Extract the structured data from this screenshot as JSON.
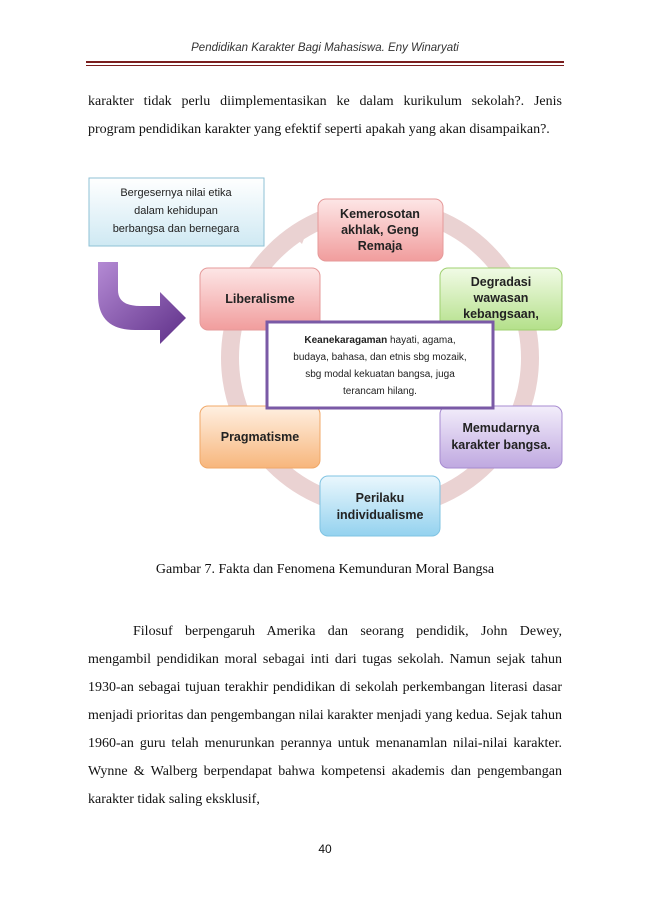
{
  "header": {
    "running_title": "Pendidikan Karakter Bagi Mahasiswa. Eny Winaryati"
  },
  "paragraph_top": "karakter tidak perlu diimplementasikan ke dalam kurikulum sekolah?. Jenis program pendidikan karakter yang efektif seperti apakah yang akan disampaikan?.",
  "diagram": {
    "callout": {
      "lines": [
        "Bergesernya nilai etika",
        "dalam kehidupan",
        "berbangsa dan bernegara"
      ]
    },
    "nodes": [
      {
        "id": "kemerosotan",
        "lines": [
          "Kemerosotan",
          "akhlak, Geng",
          "Remaja"
        ],
        "color": "#f4a9a9"
      },
      {
        "id": "degradasi",
        "lines": [
          "Degradasi",
          "wawasan",
          "kebangsaan,"
        ],
        "color": "#c6e9a1"
      },
      {
        "id": "memudarnya",
        "lines": [
          "Memudarnya",
          "karakter bangsa."
        ],
        "color": "#cdbbe6"
      },
      {
        "id": "perilaku",
        "lines": [
          "Perilaku",
          "individualisme"
        ],
        "color": "#a9dcf2"
      },
      {
        "id": "pragmatisme",
        "lines": [
          "Pragmatisme"
        ],
        "color": "#f9c28f"
      },
      {
        "id": "liberalisme",
        "lines": [
          "Liberalisme"
        ],
        "color": "#f4a9a9"
      }
    ],
    "center": {
      "bold_word": "Keanekaragaman",
      "line1_rest": " hayati, agama,",
      "lines": [
        "budaya, bahasa, dan etnis sbg mozaik,",
        "sbg modal kekuatan bangsa, juga",
        "terancam hilang."
      ]
    }
  },
  "caption": "Gambar  7. Fakta dan Fenomena Kemunduran Moral Bangsa",
  "paragraph_bottom": "Filosuf berpengaruh Amerika dan seorang pendidik, John Dewey, mengambil pendidikan moral sebagai inti dari tugas sekolah. Namun sejak tahun 1930-an sebagai tujuan terakhir pendidikan di sekolah perkembangan literasi dasar menjadi prioritas dan pengembangan nilai karakter menjadi yang kedua. Sejak tahun 1960-an guru telah menurunkan perannya untuk menanamlan nilai-nilai karakter. Wynne & Walberg berpendapat  bahwa kompetensi akademis dan pengembangan karakter tidak saling eksklusif,",
  "page_number": "40"
}
